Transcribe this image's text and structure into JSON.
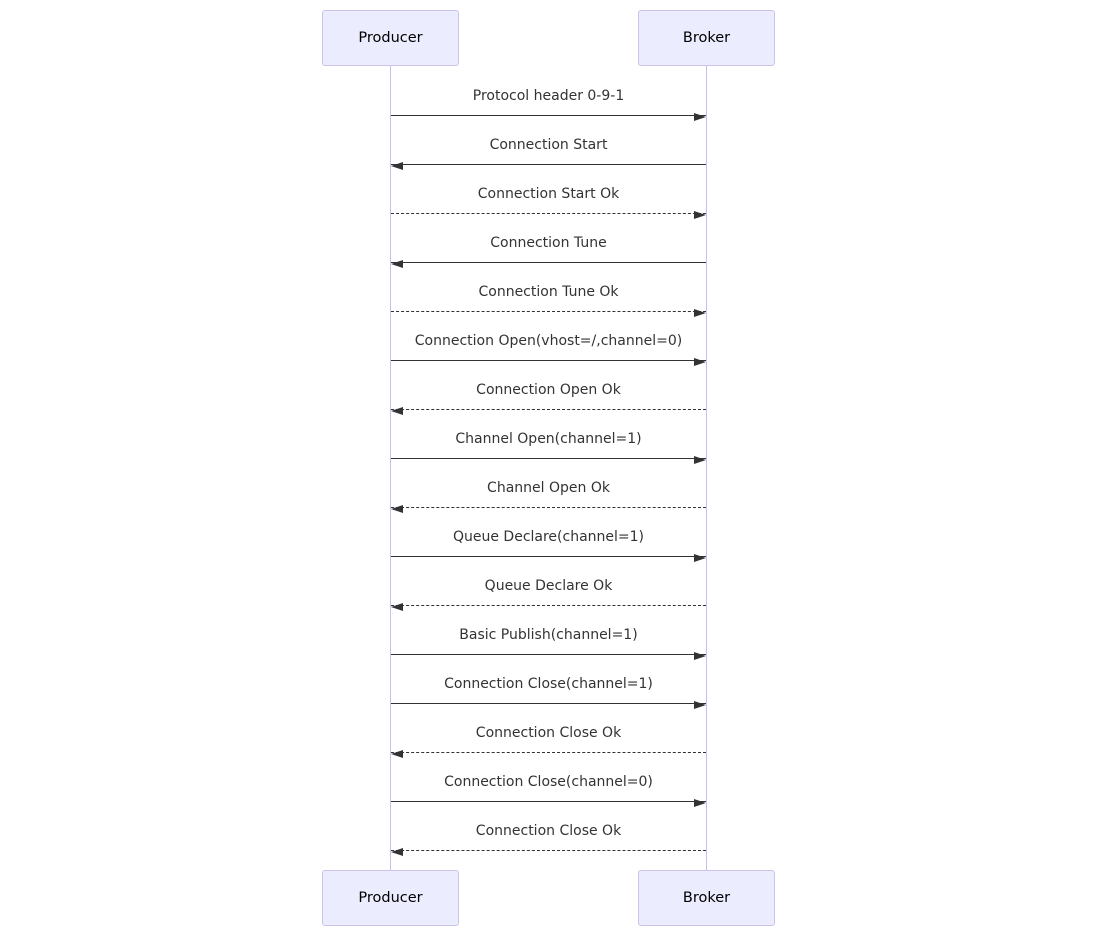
{
  "diagram": {
    "type": "sequence",
    "actors": [
      {
        "name": "Producer"
      },
      {
        "name": "Broker"
      }
    ],
    "messages": [
      {
        "label": "Protocol header 0-9-1",
        "from": "Producer",
        "to": "Broker",
        "line": "solid"
      },
      {
        "label": "Connection Start",
        "from": "Broker",
        "to": "Producer",
        "line": "solid"
      },
      {
        "label": "Connection Start Ok",
        "from": "Producer",
        "to": "Broker",
        "line": "dashed"
      },
      {
        "label": "Connection Tune",
        "from": "Broker",
        "to": "Producer",
        "line": "solid"
      },
      {
        "label": "Connection Tune Ok",
        "from": "Producer",
        "to": "Broker",
        "line": "dashed"
      },
      {
        "label": "Connection Open(vhost=/,channel=0)",
        "from": "Producer",
        "to": "Broker",
        "line": "solid"
      },
      {
        "label": "Connection Open Ok",
        "from": "Broker",
        "to": "Producer",
        "line": "dashed"
      },
      {
        "label": "Channel Open(channel=1)",
        "from": "Producer",
        "to": "Broker",
        "line": "solid"
      },
      {
        "label": "Channel Open Ok",
        "from": "Broker",
        "to": "Producer",
        "line": "dashed"
      },
      {
        "label": "Queue Declare(channel=1)",
        "from": "Producer",
        "to": "Broker",
        "line": "solid"
      },
      {
        "label": "Queue Declare Ok",
        "from": "Broker",
        "to": "Producer",
        "line": "dashed"
      },
      {
        "label": "Basic Publish(channel=1)",
        "from": "Producer",
        "to": "Broker",
        "line": "solid"
      },
      {
        "label": "Connection Close(channel=1)",
        "from": "Producer",
        "to": "Broker",
        "line": "solid"
      },
      {
        "label": "Connection Close Ok",
        "from": "Broker",
        "to": "Producer",
        "line": "dashed"
      },
      {
        "label": "Connection Close(channel=0)",
        "from": "Producer",
        "to": "Broker",
        "line": "solid"
      },
      {
        "label": "Connection Close Ok",
        "from": "Broker",
        "to": "Producer",
        "line": "dashed"
      }
    ],
    "colors": {
      "actor_fill": "#ECECFF",
      "actor_border": "#CBC3EA",
      "lifeline": "#C9BCEE",
      "arrow": "#333333",
      "text": "#333333"
    }
  }
}
